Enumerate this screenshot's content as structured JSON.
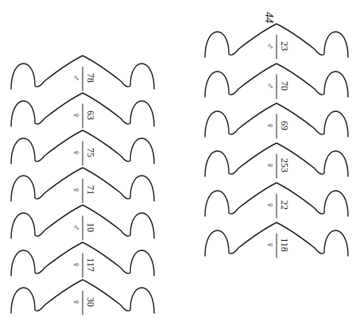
{
  "diagram": {
    "labels": [
      "44",
      "♂",
      "23",
      "♂",
      "70",
      "♀",
      "69",
      "♀",
      "253",
      "♀",
      "22",
      "♀",
      "118",
      "♂",
      "78",
      "♀",
      "63",
      "♀",
      "75",
      "♀",
      "71",
      "♂",
      "10",
      "♀",
      "117",
      "♀",
      "30"
    ]
  }
}
